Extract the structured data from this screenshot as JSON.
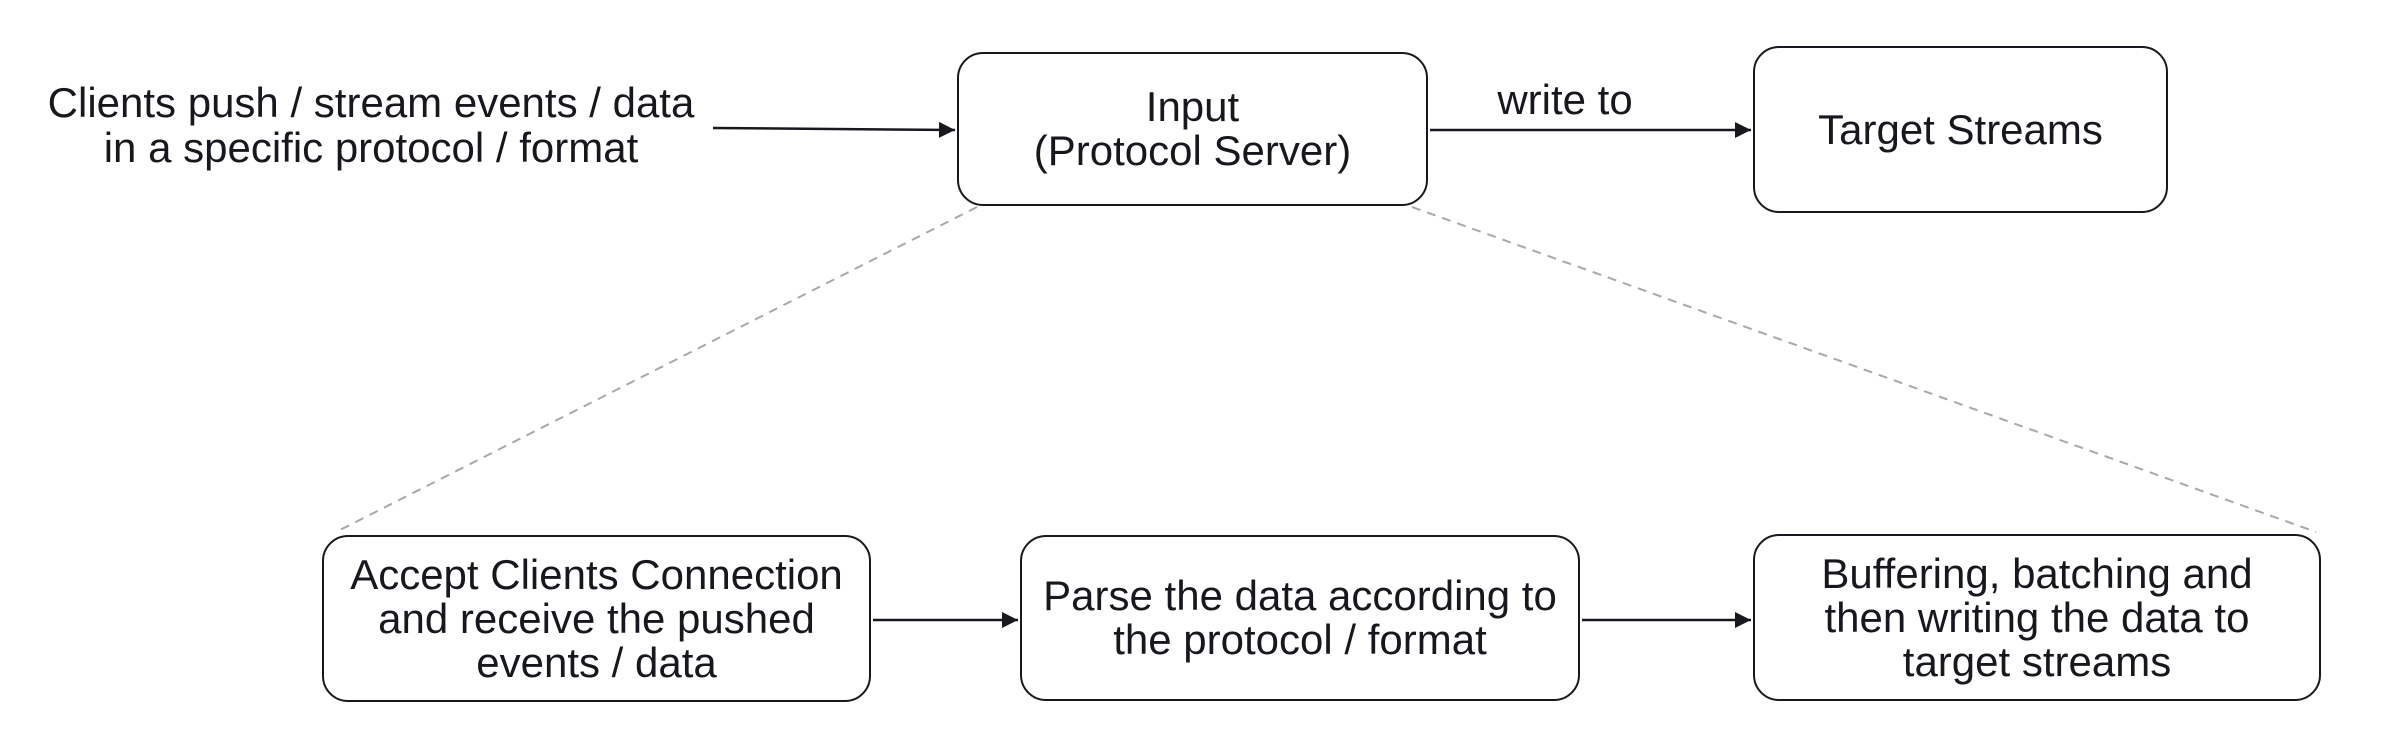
{
  "diagram": {
    "colors": {
      "background": "#ffffff",
      "stroke": "#17191e",
      "text": "#16181d",
      "dashed_connector": "#a8a8a8"
    },
    "clients_note": {
      "lines": [
        "Clients push / stream events / data",
        "in a specific protocol / format"
      ]
    },
    "input_node": {
      "lines": [
        "Input",
        "(Protocol Server)"
      ]
    },
    "write_to_edge": {
      "label": "write to"
    },
    "target_node": {
      "label": "Target Streams"
    },
    "accept_node": {
      "lines": [
        "Accept Clients Connection",
        "and receive the pushed",
        "events / data"
      ]
    },
    "parse_node": {
      "lines": [
        "Parse the data according to",
        "the protocol / format"
      ]
    },
    "buffer_node": {
      "lines": [
        "Buffering, batching and",
        "then writing the data to",
        "target streams"
      ]
    }
  }
}
